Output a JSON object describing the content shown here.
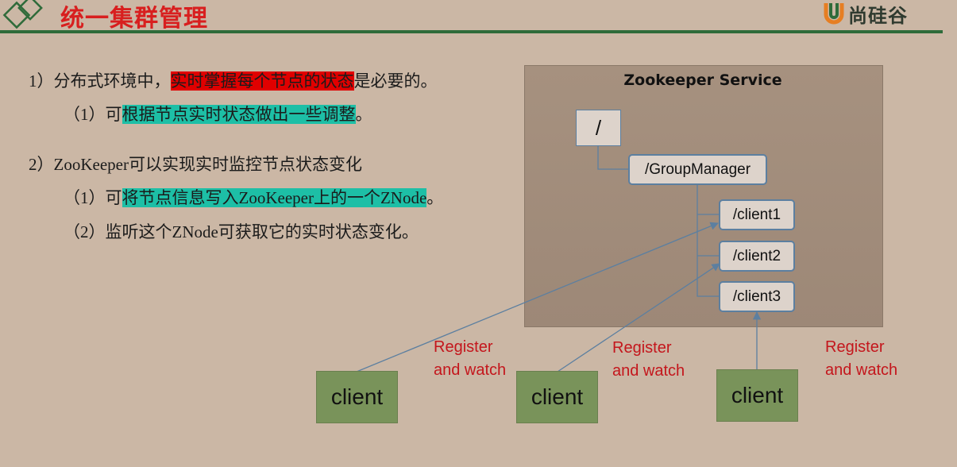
{
  "header": {
    "title": "统一集群管理",
    "logo_text": "尚硅谷"
  },
  "content": {
    "p1_num": "1）",
    "p1_pre": "分布式环境中，",
    "p1_hl": "实时掌握每个节点的状态",
    "p1_post": "是必要的。",
    "p1a_num": "（1）",
    "p1a_pre": "可",
    "p1a_hl": "根据节点实时状态做出一些调整",
    "p1a_post": "。",
    "p2_num": "2）",
    "p2_zk": "ZooKeeper",
    "p2_text": "可以实现实时监控节点状态变化",
    "p2a_num": "（1）",
    "p2a_pre": "可",
    "p2a_hl1": "将节点信息写入",
    "p2a_zk": "ZooKeeper",
    "p2a_hl2": "上的一个",
    "p2a_znode": "ZNode",
    "p2a_post": "。",
    "p2b_num": "（2）",
    "p2b_pre": "监听这个",
    "p2b_znode": "ZNode",
    "p2b_post": "可获取它的实时状态变化。"
  },
  "diagram": {
    "service_title": "Zookeeper Service",
    "root_node": "/",
    "group_node": "/GroupManager",
    "child_nodes": [
      "/client1",
      "/client2",
      "/client3"
    ],
    "clients": [
      "client",
      "client",
      "client"
    ],
    "register_line1": "Register",
    "register_line2": "and watch"
  },
  "colors": {
    "background": "#cbb7a5",
    "title_red": "#d81f1f",
    "highlight_red": "#e00000",
    "highlight_teal": "#1dbfa6",
    "rule_green": "#2f6b3a",
    "client_green": "#79935a",
    "arrow_blue": "#5c7fa0",
    "label_red": "#c4161c"
  }
}
